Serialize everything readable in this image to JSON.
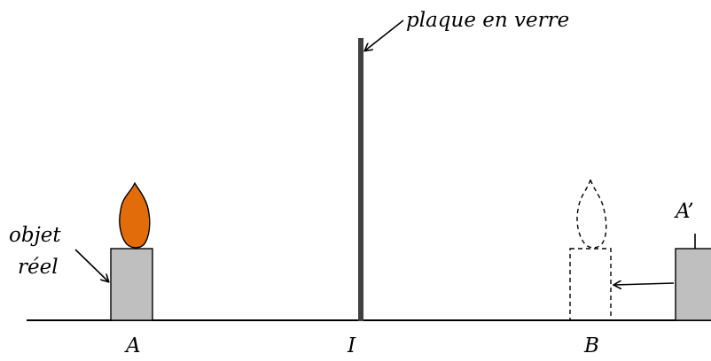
{
  "labels": {
    "glass_plate": "plaque en verre",
    "real_object_line1": "objet",
    "real_object_line2": "réel",
    "point_a": "A",
    "point_i": "I",
    "point_b": "B",
    "point_a_prime": "A’"
  },
  "colors": {
    "flame": "#E36C0A",
    "candle": "#BFBFBF",
    "plate": "#404040",
    "line": "#000000"
  }
}
